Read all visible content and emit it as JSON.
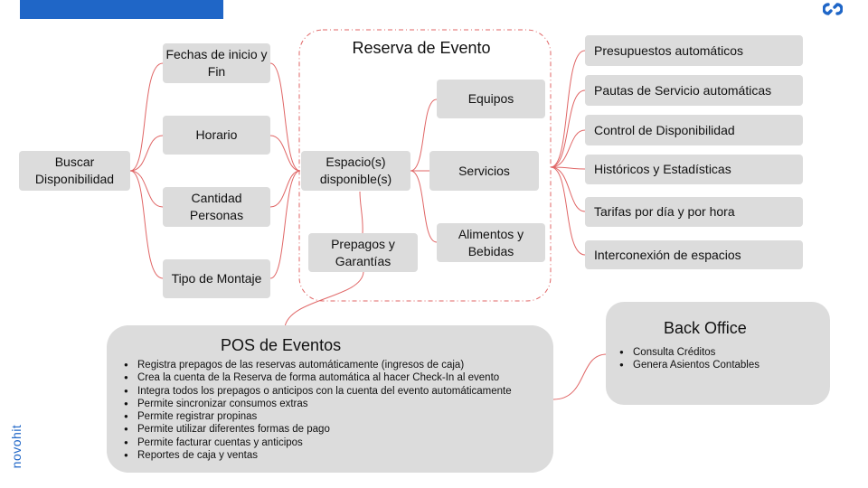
{
  "reserva_title": "Reserva de Evento",
  "search": {
    "label": "Buscar Disponibilidad"
  },
  "criteria": [
    {
      "label": "Fechas de inicio y Fin"
    },
    {
      "label": "Horario"
    },
    {
      "label": "Cantidad Personas"
    },
    {
      "label": "Tipo de Montaje"
    }
  ],
  "space": {
    "label": "Espacio(s) disponible(s)"
  },
  "prepagos": {
    "label": "Prepagos y Garantías"
  },
  "resources": [
    {
      "label": "Equipos"
    },
    {
      "label": "Servicios"
    },
    {
      "label": "Alimentos y Bebidas"
    }
  ],
  "features": [
    {
      "label": "Presupuestos automáticos"
    },
    {
      "label": "Pautas de Servicio automáticas"
    },
    {
      "label": "Control de Disponibilidad"
    },
    {
      "label": "Históricos y Estadísticas"
    },
    {
      "label": "Tarifas por día y por hora"
    },
    {
      "label": "Interconexión de espacios"
    }
  ],
  "pos": {
    "title": "POS de Eventos",
    "items": [
      "Registra prepagos de las reservas automáticamente (ingresos de caja)",
      "Crea la cuenta de la Reserva de forma automática al hacer Check-In al evento",
      "Integra todos los prepagos o anticipos con la cuenta del evento automáticamente",
      "Permite sincronizar consumos extras",
      "Permite registrar propinas",
      "Permite utilizar diferentes formas de pago",
      "Permite facturar cuentas y anticipos",
      "Reportes de caja y ventas"
    ]
  },
  "back_office": {
    "title": "Back Office",
    "items": [
      "Consulta Créditos",
      "Genera Asientos Contables"
    ]
  },
  "brand": {
    "name": "novohit"
  },
  "colors": {
    "accent": "#1f66c7",
    "box": "#dcdcdc",
    "connector": "#e06666"
  }
}
